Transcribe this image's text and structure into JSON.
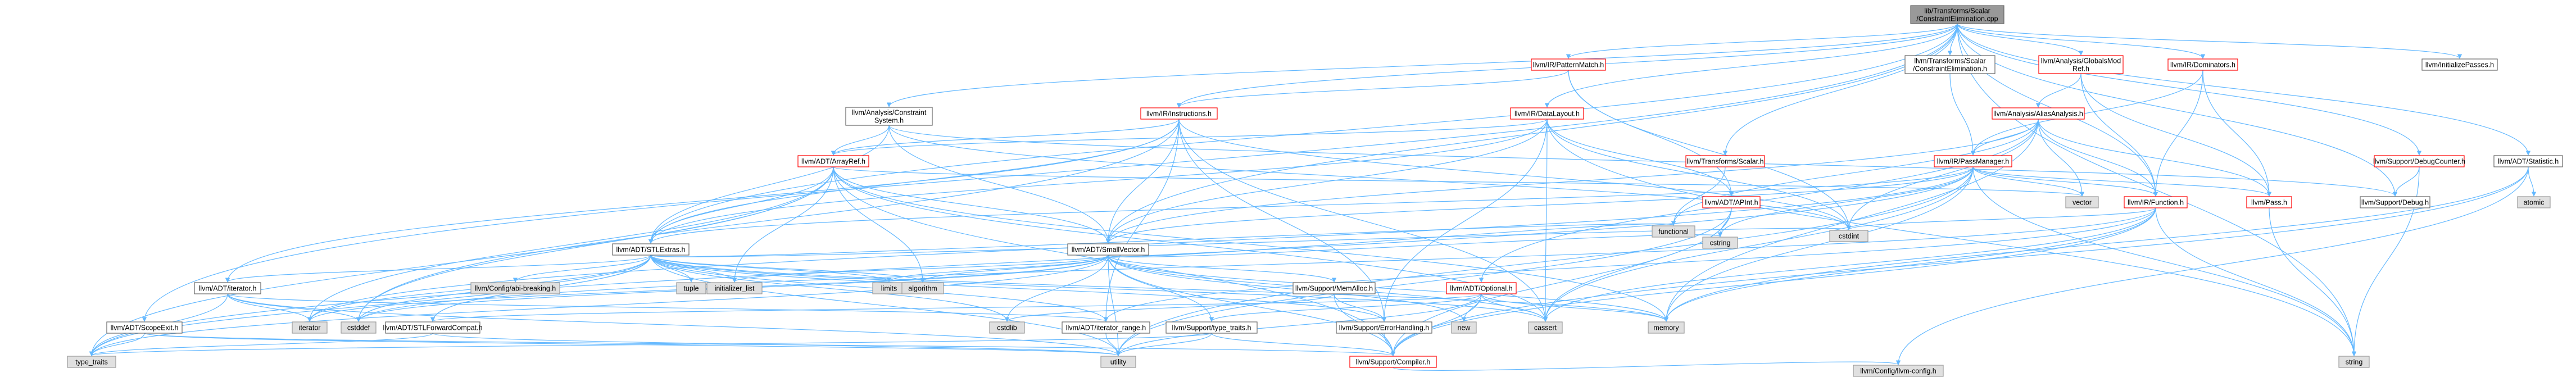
{
  "colors": {
    "root_fill": "#999999",
    "node_fill": "#ffffff",
    "system_fill": "#e0e0e0",
    "black_border": "#666666",
    "red_border": "#ff0000",
    "grey_border": "#999999",
    "edge_blue": "#63b8ff",
    "edge_grey": "#7f7f7f"
  },
  "nodes": [
    {
      "id": "root",
      "lines": [
        "lib/Transforms/Scalar",
        "/ConstraintElimination.cpp"
      ],
      "style": "root"
    },
    {
      "id": "analysis_constraint_system",
      "lines": [
        "llvm/Analysis/Constraint",
        "System.h"
      ],
      "style": "black"
    },
    {
      "id": "ir_patternmatch",
      "lines": [
        "llvm/IR/PatternMatch.h"
      ],
      "style": "red"
    },
    {
      "id": "transforms_constraint_elim",
      "lines": [
        "llvm/Transforms/Scalar",
        "/ConstraintElimination.h"
      ],
      "style": "black"
    },
    {
      "id": "analysis_globals_modref",
      "lines": [
        "llvm/Analysis/GlobalsMod",
        "Ref.h"
      ],
      "style": "red"
    },
    {
      "id": "ir_dominators",
      "lines": [
        "llvm/IR/Dominators.h"
      ],
      "style": "red"
    },
    {
      "id": "initialize_passes",
      "lines": [
        "llvm/InitializePasses.h"
      ],
      "style": "black"
    },
    {
      "id": "ir_instructions",
      "lines": [
        "llvm/IR/Instructions.h"
      ],
      "style": "red"
    },
    {
      "id": "ir_datalayout",
      "lines": [
        "llvm/IR/DataLayout.h"
      ],
      "style": "red"
    },
    {
      "id": "analysis_alias",
      "lines": [
        "llvm/Analysis/AliasAnalysis.h"
      ],
      "style": "red"
    },
    {
      "id": "transforms_scalar",
      "lines": [
        "llvm/Transforms/Scalar.h"
      ],
      "style": "red"
    },
    {
      "id": "ir_passmanager",
      "lines": [
        "llvm/IR/PassManager.h"
      ],
      "style": "red"
    },
    {
      "id": "support_debugcounter",
      "lines": [
        "llvm/Support/DebugCounter.h"
      ],
      "style": "red"
    },
    {
      "id": "adt_statistic",
      "lines": [
        "llvm/ADT/Statistic.h"
      ],
      "style": "black"
    },
    {
      "id": "adt_arrayref",
      "lines": [
        "llvm/ADT/ArrayRef.h"
      ],
      "style": "red"
    },
    {
      "id": "adt_apint",
      "lines": [
        "llvm/ADT/APInt.h"
      ],
      "style": "red"
    },
    {
      "id": "vector",
      "lines": [
        "vector"
      ],
      "style": "grey"
    },
    {
      "id": "ir_function",
      "lines": [
        "llvm/IR/Function.h"
      ],
      "style": "red"
    },
    {
      "id": "pass_h",
      "lines": [
        "llvm/Pass.h"
      ],
      "style": "red"
    },
    {
      "id": "support_debug",
      "lines": [
        "llvm/Support/Debug.h"
      ],
      "style": "black"
    },
    {
      "id": "atomic",
      "lines": [
        "atomic"
      ],
      "style": "grey"
    },
    {
      "id": "adt_stlextras",
      "lines": [
        "llvm/ADT/STLExtras.h"
      ],
      "style": "black"
    },
    {
      "id": "adt_smallvector",
      "lines": [
        "llvm/ADT/SmallVector.h"
      ],
      "style": "black"
    },
    {
      "id": "functional",
      "lines": [
        "functional"
      ],
      "style": "grey"
    },
    {
      "id": "cstring",
      "lines": [
        "cstring"
      ],
      "style": "grey"
    },
    {
      "id": "cstdint",
      "lines": [
        "cstdint"
      ],
      "style": "grey"
    },
    {
      "id": "adt_iterator",
      "lines": [
        "llvm/ADT/iterator.h"
      ],
      "style": "black"
    },
    {
      "id": "config_abi_breaking",
      "lines": [
        "llvm/Config/abi-breaking.h"
      ],
      "style": "grey"
    },
    {
      "id": "tuple",
      "lines": [
        "tuple"
      ],
      "style": "grey"
    },
    {
      "id": "initializer_list",
      "lines": [
        "initializer_list"
      ],
      "style": "grey"
    },
    {
      "id": "limits",
      "lines": [
        "limits"
      ],
      "style": "grey"
    },
    {
      "id": "algorithm",
      "lines": [
        "algorithm"
      ],
      "style": "grey"
    },
    {
      "id": "support_memalloc",
      "lines": [
        "llvm/Support/MemAlloc.h"
      ],
      "style": "black"
    },
    {
      "id": "adt_optional",
      "lines": [
        "llvm/ADT/Optional.h"
      ],
      "style": "red"
    },
    {
      "id": "iterator",
      "lines": [
        "iterator"
      ],
      "style": "grey"
    },
    {
      "id": "cstddef",
      "lines": [
        "cstddef"
      ],
      "style": "grey"
    },
    {
      "id": "adt_stlforwardcompat",
      "lines": [
        "llvm/ADT/STLForwardCompat.h"
      ],
      "style": "black"
    },
    {
      "id": "cstdlib",
      "lines": [
        "cstdlib"
      ],
      "style": "grey"
    },
    {
      "id": "adt_iterator_range",
      "lines": [
        "llvm/ADT/iterator_range.h"
      ],
      "style": "black"
    },
    {
      "id": "support_type_traits",
      "lines": [
        "llvm/Support/type_traits.h"
      ],
      "style": "black"
    },
    {
      "id": "new",
      "lines": [
        "new"
      ],
      "style": "grey"
    },
    {
      "id": "support_errorhandling",
      "lines": [
        "llvm/Support/ErrorHandling.h"
      ],
      "style": "black"
    },
    {
      "id": "cassert",
      "lines": [
        "cassert"
      ],
      "style": "grey"
    },
    {
      "id": "memory",
      "lines": [
        "memory"
      ],
      "style": "grey"
    },
    {
      "id": "adt_scopeexit",
      "lines": [
        "llvm/ADT/ScopeExit.h"
      ],
      "style": "black"
    },
    {
      "id": "type_traits",
      "lines": [
        "type_traits"
      ],
      "style": "grey"
    },
    {
      "id": "utility",
      "lines": [
        "utility"
      ],
      "style": "grey"
    },
    {
      "id": "support_compiler",
      "lines": [
        "llvm/Support/Compiler.h"
      ],
      "style": "red"
    },
    {
      "id": "string",
      "lines": [
        "string"
      ],
      "style": "grey"
    },
    {
      "id": "config_llvm_config",
      "lines": [
        "llvm/Config/llvm-config.h"
      ],
      "style": "grey"
    }
  ],
  "edges": [
    [
      "root",
      "analysis_constraint_system"
    ],
    [
      "root",
      "ir_patternmatch"
    ],
    [
      "root",
      "transforms_constraint_elim"
    ],
    [
      "root",
      "analysis_globals_modref"
    ],
    [
      "root",
      "ir_dominators"
    ],
    [
      "root",
      "initialize_passes"
    ],
    [
      "root",
      "ir_instructions"
    ],
    [
      "root",
      "ir_datalayout"
    ],
    [
      "root",
      "transforms_scalar"
    ],
    [
      "root",
      "support_debugcounter"
    ],
    [
      "root",
      "adt_statistic"
    ],
    [
      "root",
      "adt_stlextras"
    ],
    [
      "root",
      "adt_smallvector"
    ],
    [
      "root",
      "adt_scopeexit"
    ],
    [
      "root",
      "ir_function"
    ],
    [
      "root",
      "support_debug"
    ],
    [
      "root",
      "string"
    ],
    [
      "analysis_constraint_system",
      "adt_arrayref"
    ],
    [
      "analysis_constraint_system",
      "adt_smallvector"
    ],
    [
      "analysis_constraint_system",
      "adt_stlextras"
    ],
    [
      "analysis_constraint_system",
      "support_debug"
    ],
    [
      "analysis_constraint_system",
      "cstdint"
    ],
    [
      "ir_patternmatch",
      "ir_instructions"
    ],
    [
      "ir_patternmatch",
      "adt_apint"
    ],
    [
      "ir_patternmatch",
      "cstdint"
    ],
    [
      "transforms_constraint_elim",
      "ir_passmanager"
    ],
    [
      "analysis_globals_modref",
      "analysis_alias"
    ],
    [
      "analysis_globals_modref",
      "pass_h"
    ],
    [
      "analysis_globals_modref",
      "ir_function"
    ],
    [
      "ir_dominators",
      "ir_passmanager"
    ],
    [
      "ir_dominators",
      "pass_h"
    ],
    [
      "ir_dominators",
      "ir_function"
    ],
    [
      "ir_instructions",
      "adt_arrayref"
    ],
    [
      "ir_instructions",
      "adt_stlextras"
    ],
    [
      "ir_instructions",
      "adt_smallvector"
    ],
    [
      "ir_instructions",
      "adt_iterator"
    ],
    [
      "ir_instructions",
      "adt_iterator_range"
    ],
    [
      "ir_instructions",
      "support_errorhandling"
    ],
    [
      "ir_instructions",
      "cassert"
    ],
    [
      "ir_instructions",
      "cstddef"
    ],
    [
      "ir_instructions",
      "cstdint"
    ],
    [
      "ir_datalayout",
      "adt_arrayref"
    ],
    [
      "ir_datalayout",
      "adt_apint"
    ],
    [
      "ir_datalayout",
      "adt_smallvector"
    ],
    [
      "ir_datalayout",
      "adt_stlextras"
    ],
    [
      "ir_datalayout",
      "support_errorhandling"
    ],
    [
      "ir_datalayout",
      "cassert"
    ],
    [
      "ir_datalayout",
      "cstdint"
    ],
    [
      "ir_datalayout",
      "string"
    ],
    [
      "analysis_alias",
      "ir_passmanager"
    ],
    [
      "analysis_alias",
      "ir_function"
    ],
    [
      "analysis_alias",
      "adt_optional"
    ],
    [
      "analysis_alias",
      "adt_smallvector"
    ],
    [
      "analysis_alias",
      "pass_h"
    ],
    [
      "analysis_alias",
      "cstdint"
    ],
    [
      "analysis_alias",
      "functional"
    ],
    [
      "analysis_alias",
      "memory"
    ],
    [
      "analysis_alias",
      "vector"
    ],
    [
      "transforms_scalar",
      "functional"
    ],
    [
      "ir_passmanager",
      "adt_stlextras"
    ],
    [
      "ir_passmanager",
      "adt_smallvector"
    ],
    [
      "ir_passmanager",
      "ir_function"
    ],
    [
      "ir_passmanager",
      "pass_h"
    ],
    [
      "ir_passmanager",
      "vector"
    ],
    [
      "ir_passmanager",
      "memory"
    ],
    [
      "ir_passmanager",
      "cassert"
    ],
    [
      "ir_passmanager",
      "utility"
    ],
    [
      "ir_passmanager",
      "string"
    ],
    [
      "ir_passmanager",
      "cstring"
    ],
    [
      "ir_passmanager",
      "iterator"
    ],
    [
      "ir_passmanager",
      "type_traits"
    ],
    [
      "support_debugcounter",
      "support_debug"
    ],
    [
      "support_debugcounter",
      "string"
    ],
    [
      "adt_statistic",
      "atomic"
    ],
    [
      "adt_statistic",
      "memory"
    ],
    [
      "adt_statistic",
      "support_compiler"
    ],
    [
      "adt_statistic",
      "config_llvm_config"
    ],
    [
      "adt_arrayref",
      "adt_stlextras"
    ],
    [
      "adt_arrayref",
      "adt_smallvector"
    ],
    [
      "adt_arrayref",
      "support_compiler"
    ],
    [
      "adt_arrayref",
      "algorithm"
    ],
    [
      "adt_arrayref",
      "cassert"
    ],
    [
      "adt_arrayref",
      "cstddef"
    ],
    [
      "adt_arrayref",
      "initializer_list"
    ],
    [
      "adt_arrayref",
      "iterator"
    ],
    [
      "adt_arrayref",
      "memory"
    ],
    [
      "adt_arrayref",
      "type_traits"
    ],
    [
      "adt_arrayref",
      "vector"
    ],
    [
      "adt_apint",
      "support_compiler"
    ],
    [
      "adt_apint",
      "cassert"
    ],
    [
      "adt_apint",
      "climits_placeholder"
    ],
    [
      "adt_apint",
      "cstring"
    ],
    [
      "adt_apint",
      "utility"
    ],
    [
      "ir_function",
      "adt_iterator_range"
    ],
    [
      "ir_function",
      "cassert"
    ],
    [
      "ir_function",
      "cstddef"
    ],
    [
      "ir_function",
      "cstdint"
    ],
    [
      "ir_function",
      "memory"
    ],
    [
      "ir_function",
      "string"
    ],
    [
      "ir_function",
      "support_compiler"
    ],
    [
      "pass_h",
      "string"
    ],
    [
      "adt_stlextras",
      "adt_iterator"
    ],
    [
      "adt_stlextras",
      "config_abi_breaking"
    ],
    [
      "adt_stlextras",
      "adt_stlforwardcompat"
    ],
    [
      "adt_stlextras",
      "adt_iterator_range"
    ],
    [
      "adt_stlextras",
      "support_errorhandling"
    ],
    [
      "adt_stlextras",
      "tuple"
    ],
    [
      "adt_stlextras",
      "initializer_list"
    ],
    [
      "adt_stlextras",
      "limits"
    ],
    [
      "adt_stlextras",
      "algorithm"
    ],
    [
      "adt_stlextras",
      "cassert"
    ],
    [
      "adt_stlextras",
      "cstddef"
    ],
    [
      "adt_stlextras",
      "cstdint"
    ],
    [
      "adt_stlextras",
      "cstdlib"
    ],
    [
      "adt_stlextras",
      "functional"
    ],
    [
      "adt_stlextras",
      "iterator"
    ],
    [
      "adt_stlextras",
      "memory"
    ],
    [
      "adt_stlextras",
      "type_traits"
    ],
    [
      "adt_stlextras",
      "utility"
    ],
    [
      "adt_smallvector",
      "support_compiler"
    ],
    [
      "adt_smallvector",
      "support_memalloc"
    ],
    [
      "adt_smallvector",
      "support_type_traits"
    ],
    [
      "adt_smallvector",
      "algorithm"
    ],
    [
      "adt_smallvector",
      "cassert"
    ],
    [
      "adt_smallvector",
      "cstddef"
    ],
    [
      "adt_smallvector",
      "cstdlib"
    ],
    [
      "adt_smallvector",
      "cstring"
    ],
    [
      "adt_smallvector",
      "functional"
    ],
    [
      "adt_smallvector",
      "initializer_list"
    ],
    [
      "adt_smallvector",
      "iterator"
    ],
    [
      "adt_smallvector",
      "limits"
    ],
    [
      "adt_smallvector",
      "memory"
    ],
    [
      "adt_smallvector",
      "new"
    ],
    [
      "adt_smallvector",
      "type_traits"
    ],
    [
      "adt_smallvector",
      "utility"
    ],
    [
      "adt_iterator",
      "adt_iterator_range"
    ],
    [
      "adt_iterator",
      "cstddef"
    ],
    [
      "adt_iterator",
      "iterator"
    ],
    [
      "adt_iterator",
      "type_traits"
    ],
    [
      "adt_iterator",
      "utility"
    ],
    [
      "support_memalloc",
      "support_compiler"
    ],
    [
      "support_memalloc",
      "support_errorhandling"
    ],
    [
      "support_memalloc",
      "cstdlib"
    ],
    [
      "adt_optional",
      "adt_stlforwardcompat"
    ],
    [
      "adt_optional",
      "support_compiler"
    ],
    [
      "adt_optional",
      "support_type_traits"
    ],
    [
      "adt_optional",
      "cassert"
    ],
    [
      "adt_optional",
      "new"
    ],
    [
      "adt_optional",
      "utility"
    ],
    [
      "adt_optional",
      "memory"
    ],
    [
      "adt_stlforwardcompat",
      "type_traits"
    ],
    [
      "adt_stlforwardcompat",
      "utility"
    ],
    [
      "adt_iterator_range",
      "utility"
    ],
    [
      "support_type_traits",
      "support_compiler"
    ],
    [
      "support_type_traits",
      "type_traits"
    ],
    [
      "support_type_traits",
      "utility"
    ],
    [
      "support_errorhandling",
      "support_compiler"
    ],
    [
      "adt_scopeexit",
      "support_compiler"
    ],
    [
      "adt_scopeexit",
      "type_traits"
    ],
    [
      "adt_scopeexit",
      "utility"
    ],
    [
      "support_compiler",
      "config_llvm_config"
    ]
  ]
}
